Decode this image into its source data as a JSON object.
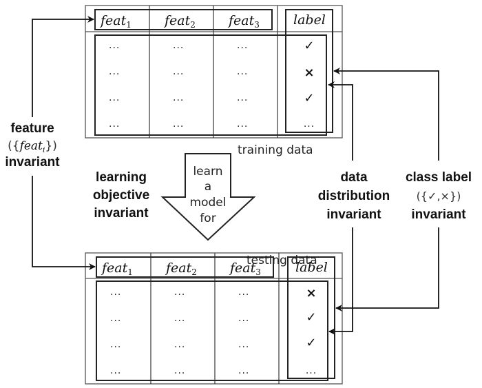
{
  "training_table": {
    "caption": "training data",
    "headers": [
      {
        "base": "feat",
        "sub": "1"
      },
      {
        "base": "feat",
        "sub": "2"
      },
      {
        "base": "feat",
        "sub": "3"
      }
    ],
    "label_header": "label",
    "ellipsis": "···",
    "labels": [
      "✓",
      "×",
      "✓",
      "···"
    ]
  },
  "testing_table": {
    "caption": "testing data",
    "headers": [
      {
        "base": "feat",
        "sub": "1"
      },
      {
        "base": "feat",
        "sub": "2"
      },
      {
        "base": "feat",
        "sub": "3"
      }
    ],
    "label_header": "label",
    "ellipsis": "···",
    "labels": [
      "×",
      "✓",
      "✓",
      "···"
    ]
  },
  "arrow_text": [
    "learn",
    "a",
    "model",
    "for"
  ],
  "invariants": {
    "feature": {
      "line1": "feature",
      "line2_pre": "({",
      "line2_base": "feat",
      "line2_sub": "i",
      "line2_post": "})",
      "line3": "invariant"
    },
    "learning_objective": {
      "line1": "learning",
      "line2": "objective",
      "line3": "invariant"
    },
    "data_distribution": {
      "line1": "data",
      "line2": "distribution",
      "line3": "invariant"
    },
    "class_label": {
      "line1": "class label",
      "line2": "({✓,×})",
      "line3": "invariant"
    }
  }
}
